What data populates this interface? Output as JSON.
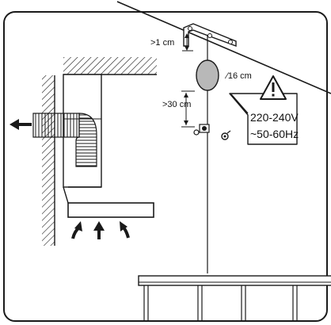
{
  "labels": {
    "clearance_top": ">1 cm",
    "hole_diameter": "∕16 cm",
    "clearance_side": ">30 cm",
    "voltage": "220-240V",
    "frequency": "~50-60Hz"
  },
  "icons": {
    "warning": "warning-triangle-icon",
    "exhaust_arrow": "arrow-left-icon",
    "intake_arrows": "arrow-up-icon"
  },
  "colors": {
    "stroke": "#1a1a1a",
    "hole_fill": "#b8b8b8",
    "background": "#ffffff"
  }
}
